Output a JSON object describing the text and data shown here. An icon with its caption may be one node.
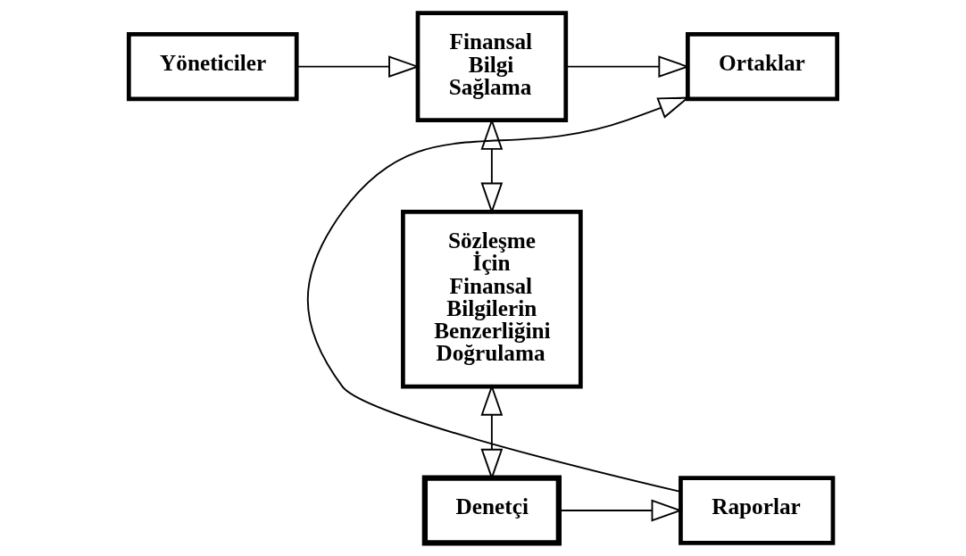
{
  "diagram": {
    "nodes": [
      {
        "text": [
          "Ortaklar"
        ]
      },
      {
        "text": [
          "Finansal Bilgi Sağlama"
        ]
      },
      {
        "text": [
          "Yöneticiler"
        ]
      },
      {
        "text": [
          "Sözleşme İçin Finansal Bilgilerin Benzerliğini Doğrulama"
        ]
      },
      {
        "text": [
          "Raporlar"
        ]
      },
      {
        "text": [
          "Denetçi"
        ]
      }
    ],
    "edges": [
      {
        "from": 2,
        "to": 1,
        "arrow": "to"
      },
      {
        "from": 1,
        "to": 0,
        "arrow": "to"
      },
      {
        "from": 1,
        "to": 3,
        "arrow": "both"
      },
      {
        "from": 3,
        "to": 5,
        "arrow": "both"
      },
      {
        "from": 5,
        "to": 4,
        "arrow": "to"
      },
      {
        "from": 4,
        "to": 0,
        "arrow": "to"
      }
    ]
  }
}
